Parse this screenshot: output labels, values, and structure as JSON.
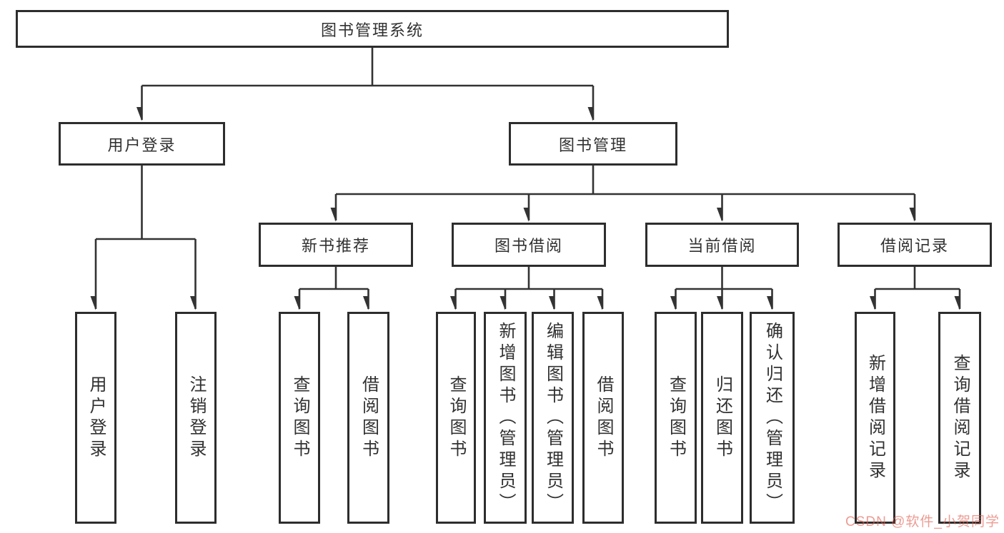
{
  "watermark": "CSDN @软件_小贺同学",
  "colors": {
    "line": "#333333",
    "box_border": "#2d2d2d",
    "text": "#313131",
    "watermark": "#e0604f",
    "background": "#ffffff"
  },
  "nodes": {
    "root": "图书管理系统",
    "user_login": "用户登录",
    "book_management": "图书管理",
    "new_book_recommend": "新书推荐",
    "book_borrow": "图书借阅",
    "current_borrow": "当前借阅",
    "borrow_records": "借阅记录",
    "leaf_user_login": "用户登录",
    "leaf_logout": "注销登录",
    "leaf_query_book_a": "查询图书",
    "leaf_borrow_book_a": "借阅图书",
    "leaf_query_book_b": "查询图书",
    "leaf_add_book_admin": "新增图书（管理员）",
    "leaf_edit_book_admin": "编辑图书（管理员）",
    "leaf_borrow_book_b": "借阅图书",
    "leaf_query_book_c": "查询图书",
    "leaf_return_book": "归还图书",
    "leaf_confirm_return_admin": "确认归还（管理员）",
    "leaf_add_borrow_record": "新增借阅记录",
    "leaf_query_borrow_record": "查询借阅记录"
  },
  "hierarchy": {
    "图书管理系统": {
      "用户登录": [
        "用户登录",
        "注销登录"
      ],
      "图书管理": {
        "新书推荐": [
          "查询图书",
          "借阅图书"
        ],
        "图书借阅": [
          "查询图书",
          "新增图书（管理员）",
          "编辑图书（管理员）",
          "借阅图书"
        ],
        "当前借阅": [
          "查询图书",
          "归还图书",
          "确认归还（管理员）"
        ],
        "借阅记录": [
          "新增借阅记录",
          "查询借阅记录"
        ]
      }
    }
  }
}
